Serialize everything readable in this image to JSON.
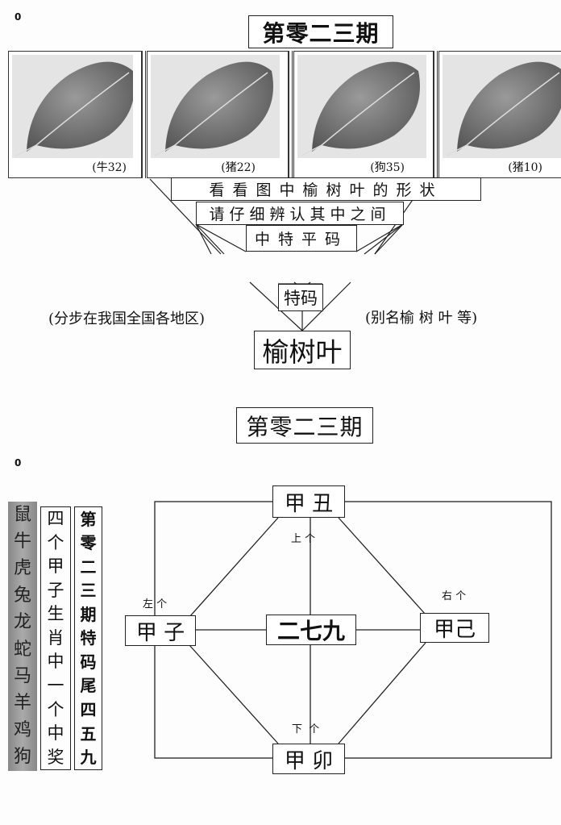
{
  "page_marks": {
    "top_mark": "0",
    "bottom_mark": "0"
  },
  "title_top": "第零二三期",
  "leaf_panels": [
    {
      "label": "(牛32)"
    },
    {
      "label": "(猪22)"
    },
    {
      "label": "(狗35)"
    },
    {
      "label": "(猪10)"
    }
  ],
  "hint_line1": "看看图中榆树叶的形状",
  "hint_line2": "请仔细辨认其中之间",
  "hint_line3": "中特平码",
  "special_code": "特码",
  "left_note": "(分步在我国全国各地区)",
  "right_note": "(别名榆 树 叶 等)",
  "answer": "榆树叶",
  "title_bottom": "第零二三期",
  "zodiac_column": [
    "鼠",
    "牛",
    "虎",
    "兔",
    "龙",
    "蛇",
    "马",
    "羊",
    "鸡",
    "狗"
  ],
  "column_two": [
    "四",
    "个",
    "甲",
    "子",
    "生",
    "肖",
    "中",
    "一",
    "个",
    "中",
    "奖"
  ],
  "column_three": [
    "第",
    "零",
    "二",
    "三",
    "期",
    "特",
    "码",
    "尾",
    "四",
    "五",
    "九"
  ],
  "diagram": {
    "top": "甲 丑",
    "left": "甲 子",
    "center": "二七九",
    "right": "甲己",
    "bottom": "甲 卯",
    "label_up": "上 个",
    "label_left": "左 个",
    "label_right": "右 个",
    "label_down": "下  个"
  }
}
